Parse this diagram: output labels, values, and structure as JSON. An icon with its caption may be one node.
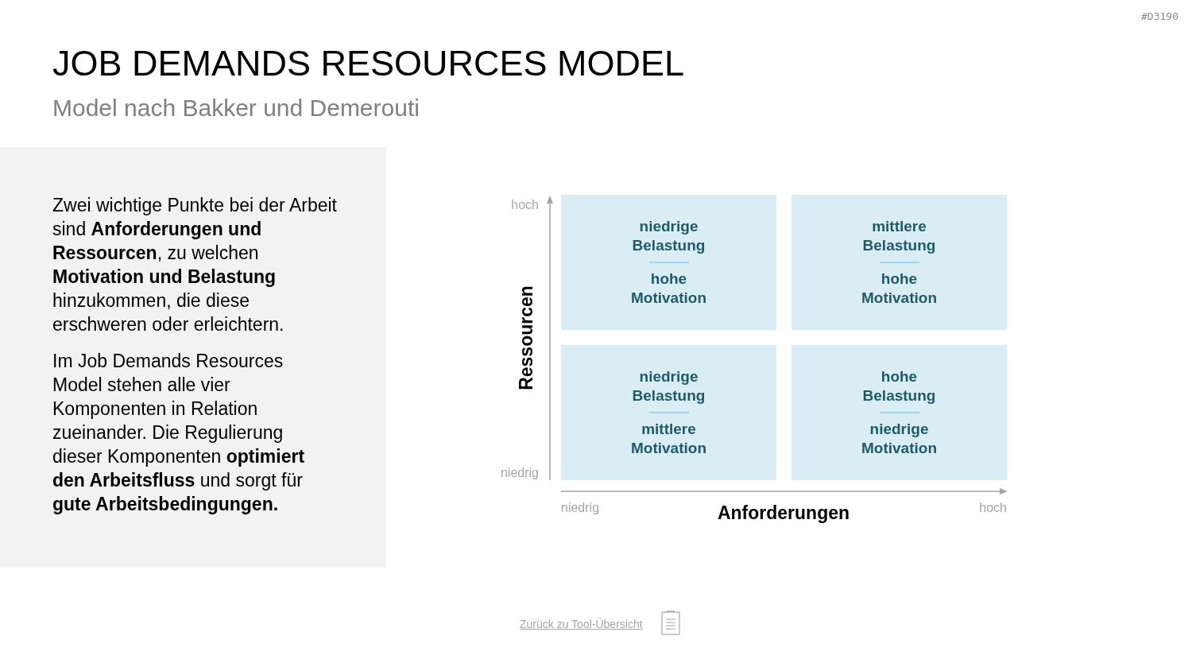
{
  "diagram": {
    "title": "JOB DEMANDS RESOURCES MODEL",
    "nodes": [
      {
        "text": [
          "Zwei wichtige Punkte bei der Arbeit sind **Anforderungen und Ressourcen**, zu welchen **Motivation und Belastung** hinzukommen, die diese erschweren oder erleichtern.",
          "Im Job Demands Resources Model stehen alle vier Komponenten in Relation zueinander. Die Regulierung dieser Komponenten **optimiert den Arbeitsfluss** und sorgt für **gute Arbeitsbedingungen.**"
        ]
      },
      {
        "text": [
          "niedrige Belastung",
          "hohe Motivation"
        ]
      },
      {
        "text": [
          "mittlere Belastung",
          "hohe Motivation"
        ]
      },
      {
        "text": [
          "niedrige Belastung",
          "mittlere Motivation"
        ]
      },
      {
        "text": [
          "hohe Belastung",
          "niedrige Motivation"
        ]
      }
    ],
    "labels": [
      "#D3190",
      "Model nach Bakker und Demerouti",
      "hoch",
      "Ressourcen",
      "niedrig",
      "niedrig",
      "Anforderungen",
      "hoch",
      "Zurück zu Tool-Übersicht"
    ]
  }
}
